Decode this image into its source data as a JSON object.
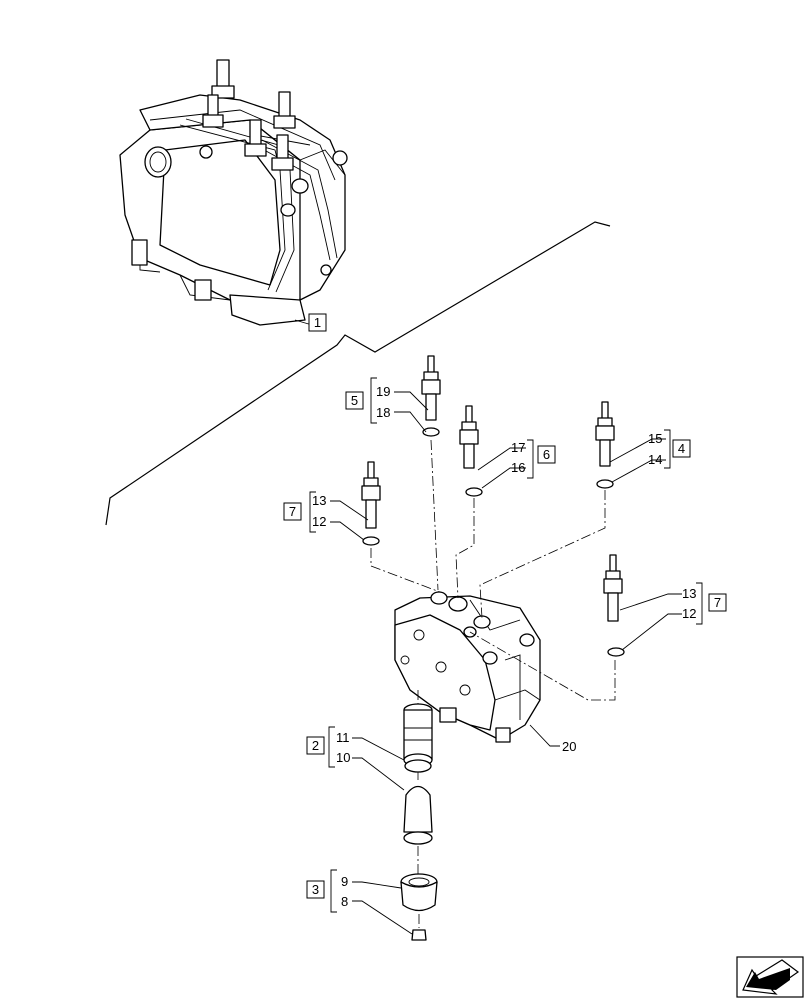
{
  "callouts": {
    "c1": "1",
    "c2": "2",
    "c3": "3",
    "c4": "4",
    "c5": "5",
    "c6": "6",
    "c7a": "7",
    "c7b": "7"
  },
  "labels": {
    "l8": "8",
    "l9": "9",
    "l10": "10",
    "l11": "11",
    "l12a": "12",
    "l12b": "12",
    "l13a": "13",
    "l13b": "13",
    "l14": "14",
    "l15": "15",
    "l16": "16",
    "l17": "17",
    "l18": "18",
    "l19": "19",
    "l20": "20"
  },
  "icons": {
    "orientation": "orientation-arrow-icon"
  }
}
